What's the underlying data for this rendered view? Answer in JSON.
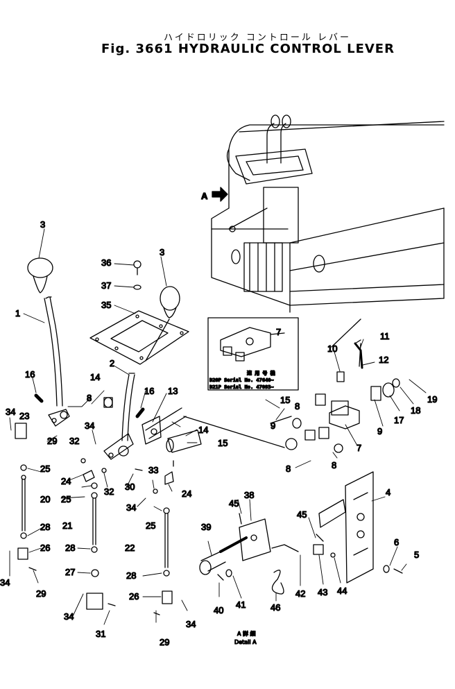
{
  "title": {
    "jp": "ハイドロリック コントロール レバー",
    "en": "Fig. 3661 HYDRAULIC CONTROL LEVER"
  },
  "arrow_label": "A",
  "detail_label": {
    "jp": "A 詳 細",
    "en": "Detail A"
  },
  "serial_box": {
    "heading": "適 用 号 機",
    "rows": [
      "D20P Serial No. 47640~",
      "D21P Serial No. 47093~"
    ]
  },
  "part_labels": {
    "p1": "1",
    "p2": "2",
    "p3a": "3",
    "p3b": "3",
    "p4": "4",
    "p5": "5",
    "p6": "6",
    "p7a": "7",
    "p7b": "7",
    "p8a": "8",
    "p8b": "8",
    "p8c": "8",
    "p8d": "8",
    "p9a": "9",
    "p9b": "9",
    "p10": "10",
    "p11": "11",
    "p12": "12",
    "p13": "13",
    "p14a": "14",
    "p14b": "14",
    "p15a": "15",
    "p15b": "15",
    "p16a": "16",
    "p16b": "16",
    "p17": "17",
    "p18": "18",
    "p19": "19",
    "p20": "20",
    "p21": "21",
    "p22": "22",
    "p23": "23",
    "p24a": "24",
    "p24b": "24",
    "p25a": "25",
    "p25b": "25",
    "p25c": "25",
    "p26a": "26",
    "p26b": "26",
    "p27": "27",
    "p28a": "28",
    "p28b": "28",
    "p28c": "28",
    "p29a": "29",
    "p29b": "29",
    "p29c": "29",
    "p30": "30",
    "p31": "31",
    "p32a": "32",
    "p32b": "32",
    "p33": "33",
    "p34a": "34",
    "p34b": "34",
    "p34c": "34",
    "p34d": "34",
    "p34e": "34",
    "p34f": "34",
    "p35": "35",
    "p36": "36",
    "p37": "37",
    "p38": "38",
    "p39": "39",
    "p40": "40",
    "p41": "41",
    "p42": "42",
    "p43": "43",
    "p44": "44",
    "p45a": "45",
    "p45b": "45",
    "p46": "46"
  }
}
